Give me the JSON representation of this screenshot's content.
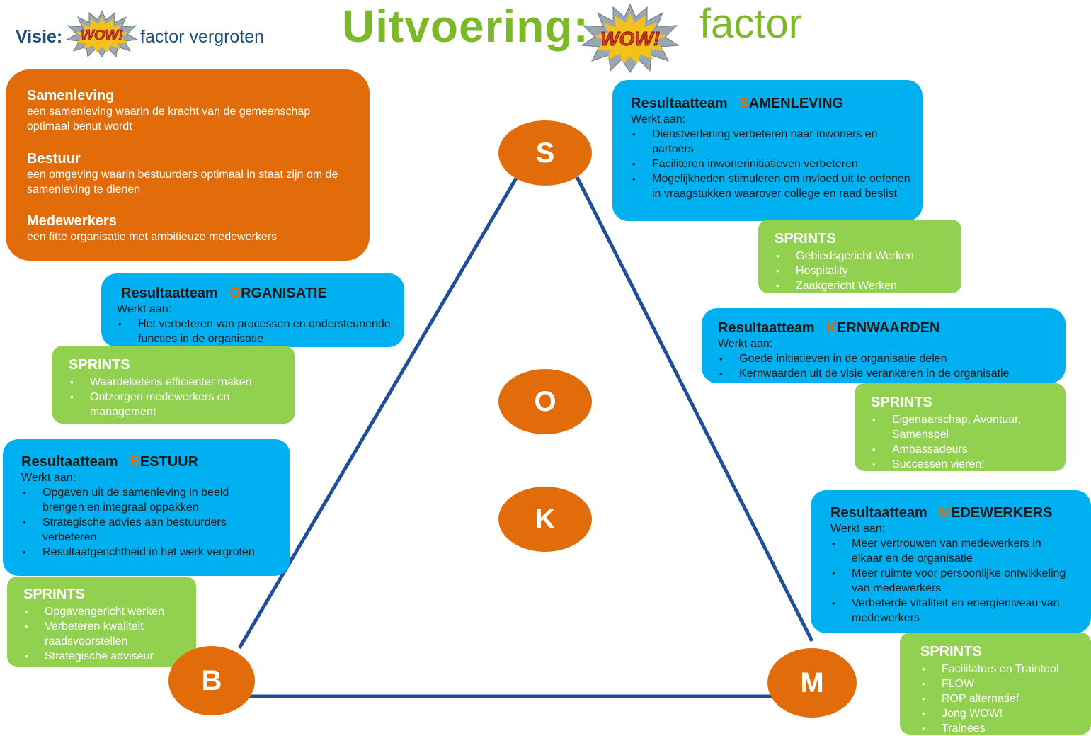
{
  "header": {
    "title_main": "Uitvoering:",
    "title_suffix": "factor",
    "visie_label": "Visie:",
    "visie_suffix": "factor vergroten",
    "wow_logo_text": "WOW!"
  },
  "vision": [
    {
      "heading": "Samenleving",
      "text": "een samenleving waarin de kracht van de gemeenschap optimaal benut wordt"
    },
    {
      "heading": "Bestuur",
      "text": "een omgeving waarin bestuurders optimaal in staat zijn om de samenleving te dienen"
    },
    {
      "heading": "Medewerkers",
      "text": "een fitte organisatie met ambitieuze medewerkers"
    }
  ],
  "triangle": {
    "nodes": {
      "S": "S",
      "O": "O",
      "K": "K",
      "B": "B",
      "M": "M"
    }
  },
  "teams": {
    "samenleving": {
      "prefix": "Resultaatteam",
      "first_letter": "S",
      "rest": "AMENLEVING",
      "werkt": "Werkt aan:",
      "items": [
        "Dienstverlening verbeteren naar inwoners en partners",
        "Faciliteren inwonerinitiatieven verbeteren",
        "Mogelijkheden stimuleren om invloed uit  te oefenen in vraagstukken waarover college en raad beslist"
      ],
      "sprints_title": "SPRINTS",
      "sprints": [
        "Gebiedsgericht Werken",
        "Hospitality",
        "Zaakgericht Werken"
      ]
    },
    "organisatie": {
      "prefix": "Resultaatteam",
      "first_letter": "O",
      "rest": "RGANISATIE",
      "werkt": "Werkt aan:",
      "items": [
        "Het verbeteren van processen  en ondersteunende functies in  de organisatie"
      ],
      "sprints_title": "SPRINTS",
      "sprints": [
        "Waardeketens efficiënter maken",
        "Ontzorgen medewerkers en management"
      ]
    },
    "kernwaarden": {
      "prefix": "Resultaatteam",
      "first_letter": "K",
      "rest": "ERNWAARDEN",
      "werkt": "Werkt aan:",
      "items": [
        "Goede initiatieven in de organisatie delen",
        "Kernwaarden uit de visie verankeren in de organisatie"
      ],
      "sprints_title": "SPRINTS",
      "sprints": [
        "Eigenaarschap, Avontuur, Samenspel",
        "Ambassadeurs",
        "Successen vieren!"
      ]
    },
    "bestuur": {
      "prefix": "Resultaatteam",
      "first_letter": "B",
      "rest": "ESTUUR",
      "werkt": "Werkt aan:",
      "items": [
        "Opgaven uit de samenleving in beeld brengen en integraal  oppakken",
        "Strategische advies aan bestuurders verbeteren",
        "Resultaatgerichtheid in het werk vergroten"
      ],
      "sprints_title": "SPRINTS",
      "sprints": [
        "Opgavengericht werken",
        "Verbeteren kwaliteit raadsvoorstellen",
        "Strategische adviseur"
      ]
    },
    "medewerkers": {
      "prefix": "Resultaatteam",
      "first_letter": "M",
      "rest": "EDEWERKERS",
      "werkt": "Werkt aan:",
      "items": [
        "Meer vertrouwen van medewerkers in elkaar en de organisatie",
        "Meer ruimte voor persoonlijke ontwikkeling van medewerkers",
        "Verbeterde vitaliteit en energieniveau van medewerkers"
      ],
      "sprints_title": "SPRINTS",
      "sprints": [
        "Facilitators en Traintool",
        "FLOW",
        "ROP alternatief",
        "Jong  WOW!",
        "Trainees"
      ]
    }
  },
  "colors": {
    "orange": "#e36c0a",
    "blue": "#00b0f0",
    "green": "#92d050",
    "title_green": "#7bb928",
    "navy": "#1f4e79",
    "triangle_line": "#1f4e9a"
  }
}
